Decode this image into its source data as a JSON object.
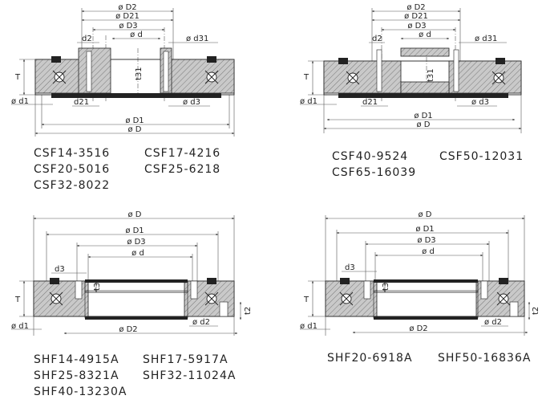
{
  "panels": [
    {
      "id": "csf-small",
      "dims": {
        "d2": "ø D2",
        "d21": "ø D21",
        "d3": "ø D3",
        "d": "ø d",
        "d31": "ø d31",
        "d2s": "d2",
        "T": "T",
        "t31": "t31",
        "d1": "ø d1",
        "d21s": "d21",
        "d3s": "ø d3",
        "D1": "ø D1",
        "D": "ø D"
      },
      "models": [
        "CSF14-3516",
        "CSF17-4216",
        "CSF20-5016",
        "CSF25-6218",
        "CSF32-8022"
      ]
    },
    {
      "id": "csf-large",
      "dims": {
        "d2": "ø D2",
        "d21": "ø D21",
        "d3": "ø D3",
        "d": "ø d",
        "d31": "ø d31",
        "d2s": "d2",
        "T": "T",
        "t31": "t31",
        "d1": "ø d1",
        "d21s": "d21",
        "d3s": "ø d3",
        "D1": "ø D1",
        "D": "ø D"
      },
      "models": [
        "CSF40-9524",
        "CSF50-12031",
        "CSF65-16039"
      ]
    },
    {
      "id": "shf-small",
      "dims": {
        "D": "ø D",
        "D1": "ø D1",
        "D3": "ø D3",
        "d": "ø d",
        "d3": "d3",
        "t3": "t3",
        "T": "T",
        "t2": "t2",
        "d1": "ø d1",
        "D2": "ø D2",
        "d2": "ø d2"
      },
      "models": [
        "SHF14-4915A",
        "SHF17-5917A",
        "SHF25-8321A",
        "SHF32-11024A",
        "SHF40-13230A"
      ]
    },
    {
      "id": "shf-large",
      "dims": {
        "D": "ø D",
        "D1": "ø D1",
        "D3": "ø D3",
        "d": "ø d",
        "d3": "d3",
        "t3": "t3",
        "T": "T",
        "t2": "t2",
        "d1": "ø d1",
        "D2": "ø D2",
        "d2": "ø d2"
      },
      "models": [
        "SHF20-6918A",
        "SHF50-16836A"
      ]
    }
  ]
}
